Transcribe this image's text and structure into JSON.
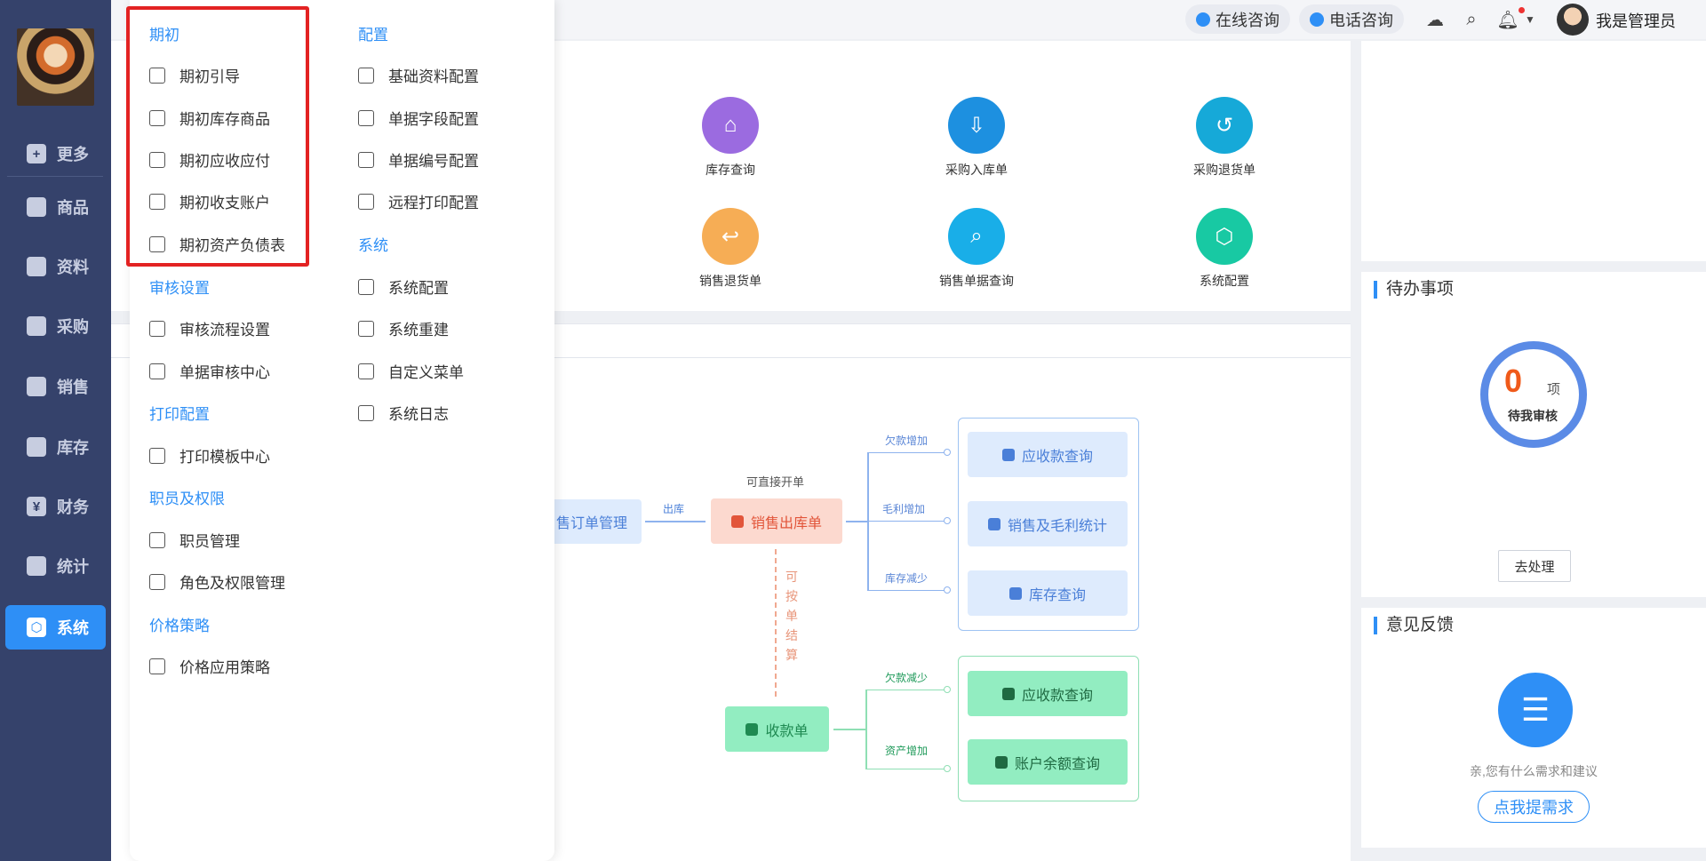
{
  "sidebar": {
    "items": [
      {
        "label": "更多",
        "icon": "plus-icon"
      },
      {
        "label": "商品",
        "icon": "bag-icon"
      },
      {
        "label": "资料",
        "icon": "document-icon"
      },
      {
        "label": "采购",
        "icon": "purchase-icon"
      },
      {
        "label": "销售",
        "icon": "sales-chart-icon"
      },
      {
        "label": "库存",
        "icon": "warehouse-icon"
      },
      {
        "label": "财务",
        "icon": "yen-icon"
      },
      {
        "label": "统计",
        "icon": "statistics-icon"
      },
      {
        "label": "系统",
        "icon": "hexagon-settings-icon"
      }
    ],
    "active": "系统"
  },
  "topbar": {
    "online_consult": "在线咨询",
    "phone_consult": "电话咨询",
    "user_name": "我是管理员",
    "icons": [
      "cloud-download-icon",
      "search-icon",
      "bell-icon",
      "caret-down-icon"
    ]
  },
  "menu": {
    "col1": {
      "sections": [
        {
          "title": "期初",
          "items": [
            "期初引导",
            "期初库存商品",
            "期初应收应付",
            "期初收支账户",
            "期初资产负债表"
          ]
        },
        {
          "title": "审核设置",
          "items": [
            "审核流程设置",
            "单据审核中心"
          ]
        },
        {
          "title": "打印配置",
          "items": [
            "打印模板中心"
          ]
        },
        {
          "title": "职员及权限",
          "items": [
            "职员管理",
            "角色及权限管理"
          ]
        },
        {
          "title": "价格策略",
          "items": [
            "价格应用策略"
          ]
        }
      ]
    },
    "col2": {
      "sections": [
        {
          "title": "配置",
          "items": [
            "基础资料配置",
            "单据字段配置",
            "单据编号配置",
            "远程打印配置"
          ]
        },
        {
          "title": "系统",
          "items": [
            "系统配置",
            "系统重建",
            "自定义菜单",
            "系统日志"
          ]
        }
      ]
    }
  },
  "shortcuts": [
    {
      "label": "库存查询",
      "color": "#9b6be0"
    },
    {
      "label": "采购入库单",
      "color": "#1d90e0"
    },
    {
      "label": "采购退货单",
      "color": "#16a9d8"
    },
    {
      "label": "销售退货单",
      "color": "#f6ad55"
    },
    {
      "label": "销售单据查询",
      "color": "#19aee8"
    },
    {
      "label": "系统配置",
      "color": "#18c9a3"
    }
  ],
  "flow": {
    "order_node": "售订单管理",
    "out_label": "出库",
    "direct_label": "可直接开单",
    "out_node": "销售出库单",
    "settle_label": [
      "可",
      "按",
      "单",
      "结",
      "算"
    ],
    "receipt_node": "收款单",
    "upper_branches": [
      {
        "label": "欠款增加",
        "node": "应收款查询"
      },
      {
        "label": "毛利增加",
        "node": "销售及毛利统计"
      },
      {
        "label": "库存减少",
        "node": "库存查询"
      }
    ],
    "lower_branches": [
      {
        "label": "欠款减少",
        "node": "应收款查询"
      },
      {
        "label": "资产增加",
        "node": "账户余额查询"
      }
    ]
  },
  "todo": {
    "title": "待办事项",
    "count": "0",
    "unit": "项",
    "label": "待我审核",
    "button": "去处理"
  },
  "feedback": {
    "title": "意见反馈",
    "text": "亲,您有什么需求和建议",
    "button": "点我提需求"
  },
  "colors": {
    "sidebar_bg": "#35426b",
    "accent": "#2e8ff6",
    "highlight_box": "#e32222"
  }
}
